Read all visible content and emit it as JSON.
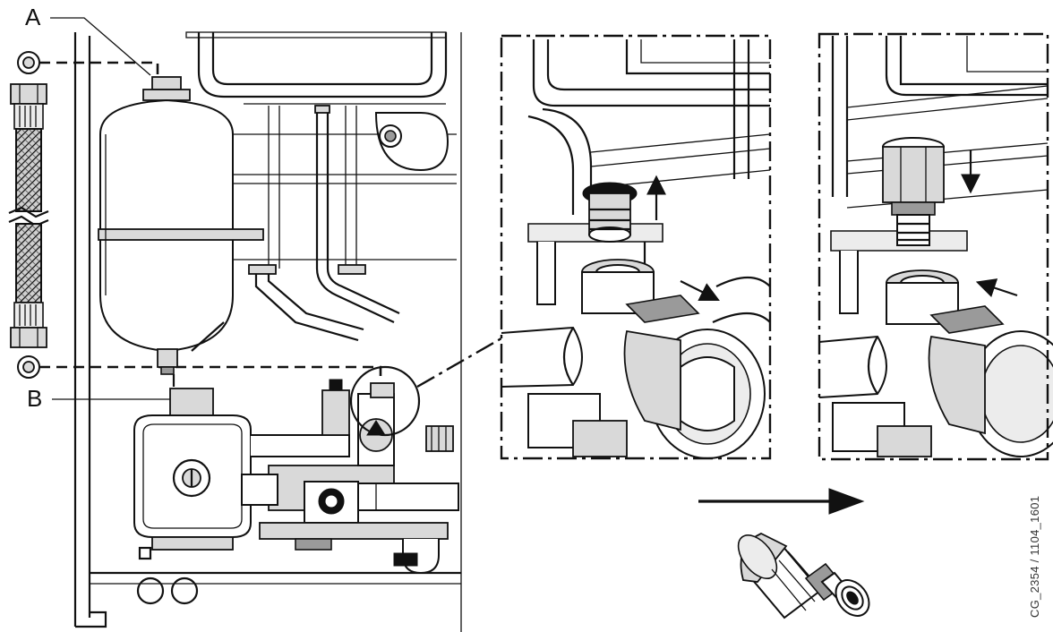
{
  "labels": {
    "a": "A",
    "b": "B"
  },
  "figure_code": "CG_2354 / 1104_1601",
  "colors": {
    "line": "#111111",
    "shade": "#d9d9d9",
    "background": "#ffffff"
  }
}
